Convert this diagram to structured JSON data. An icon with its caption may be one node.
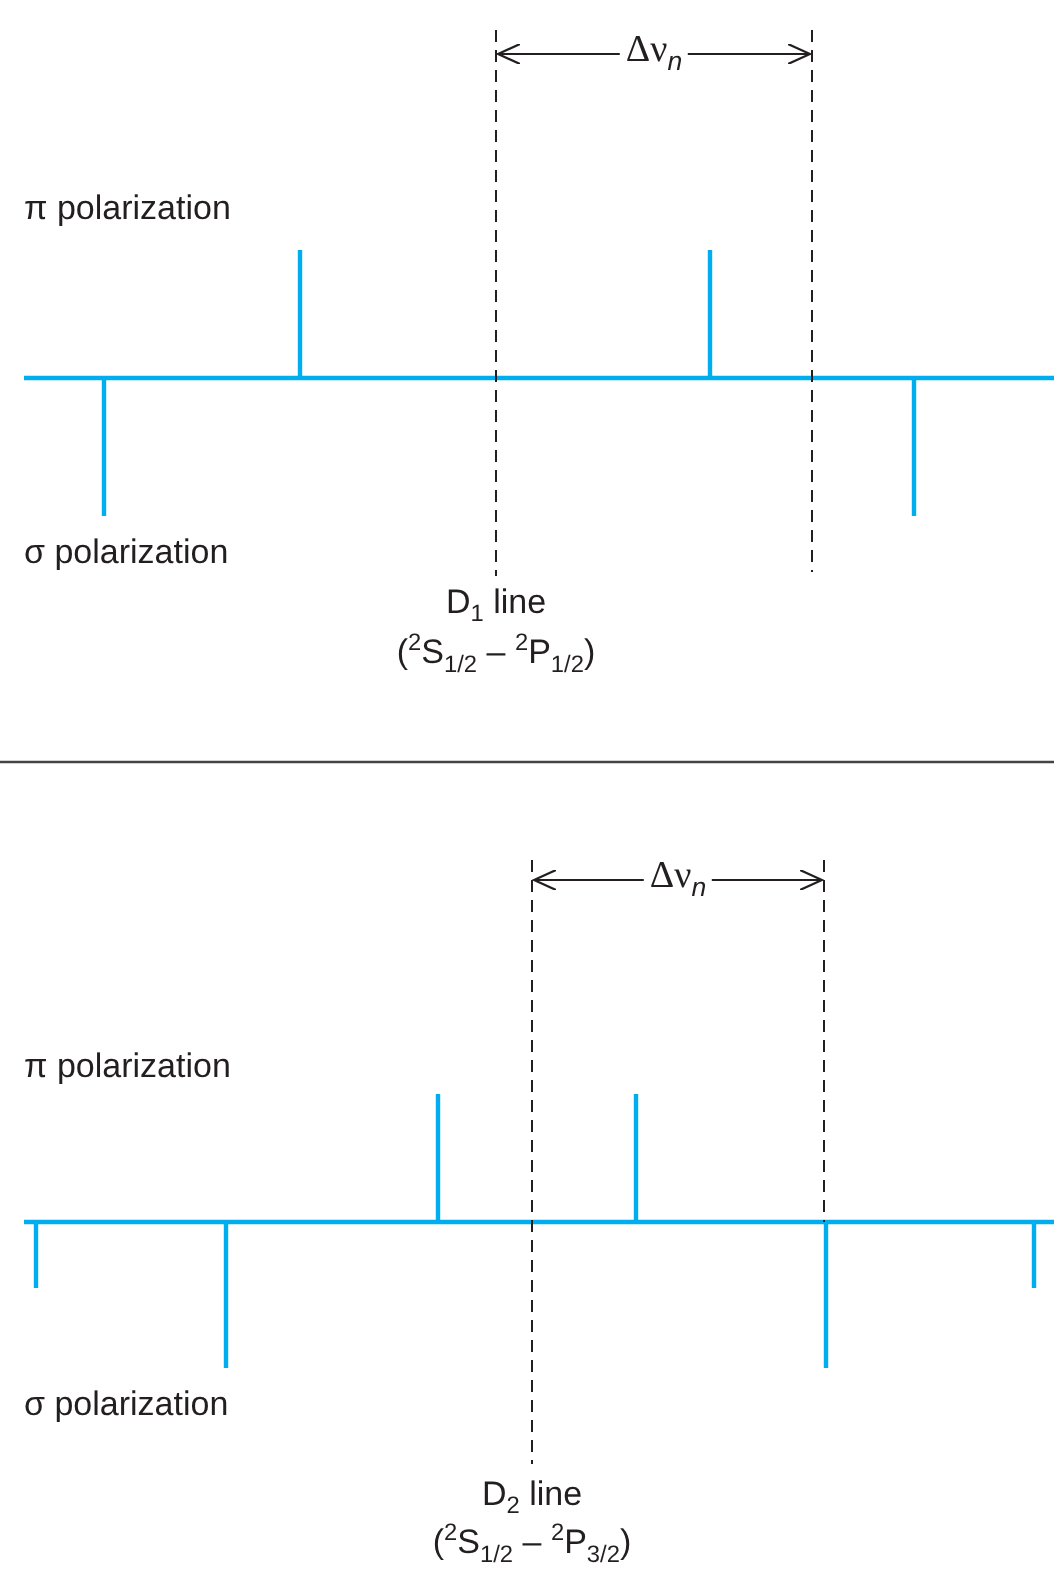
{
  "diagram": {
    "labels": [
      "Δν$_{n}$",
      "π polarization",
      "σ polarization",
      "D$_{1}$ line",
      "($^{2}$S$_{1/2}$ – $^{2}$P$_{1/2}$)",
      "Δν$_{n}$",
      "π polarization",
      "σ polarization",
      "D$_{2}$ line",
      "($^{2}$S$_{1/2}$ – $^{2}$P$_{3/2}$)"
    ]
  }
}
